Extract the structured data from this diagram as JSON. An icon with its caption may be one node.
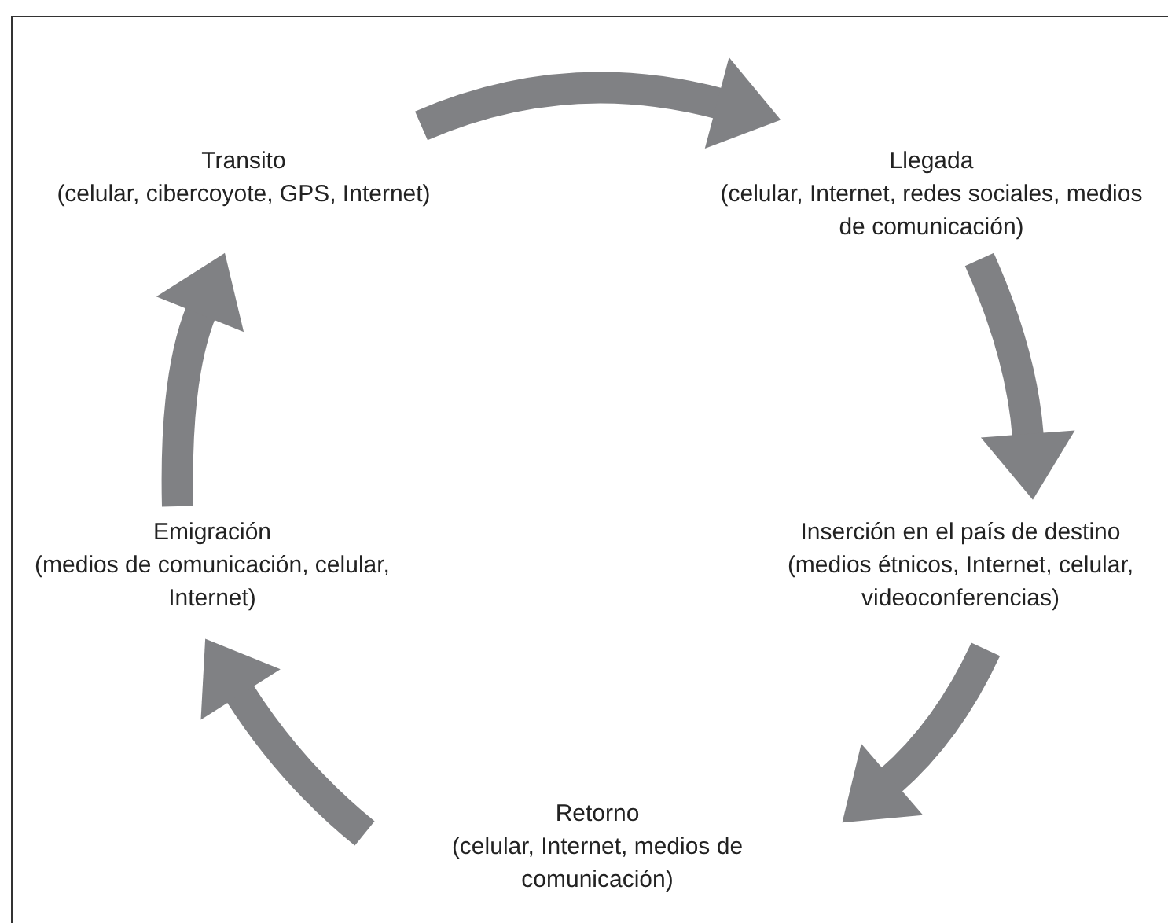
{
  "diagram": {
    "nodes": [
      {
        "text": [
          "Transito",
          "(celular, cibercoyote, GPS, Internet)"
        ]
      },
      {
        "text": [
          "Llegada",
          "(celular, Internet, redes sociales, medios de comunicación)"
        ]
      },
      {
        "text": [
          "Emigración",
          "(medios de comunicación, celular, Internet)"
        ]
      },
      {
        "text": [
          "Inserción en el país de destino",
          "(medios étnicos, Internet, celular, videoconferencias)"
        ]
      },
      {
        "text": [
          "Retorno",
          "(celular, Internet, medios de comunicación)"
        ]
      }
    ],
    "edges": [
      {
        "from": 2,
        "to": 0,
        "arrow": "to"
      },
      {
        "from": 0,
        "to": 1,
        "arrow": "to"
      },
      {
        "from": 1,
        "to": 3,
        "arrow": "to"
      },
      {
        "from": 3,
        "to": 4,
        "arrow": "to"
      },
      {
        "from": 4,
        "to": 2,
        "arrow": "to"
      }
    ]
  }
}
